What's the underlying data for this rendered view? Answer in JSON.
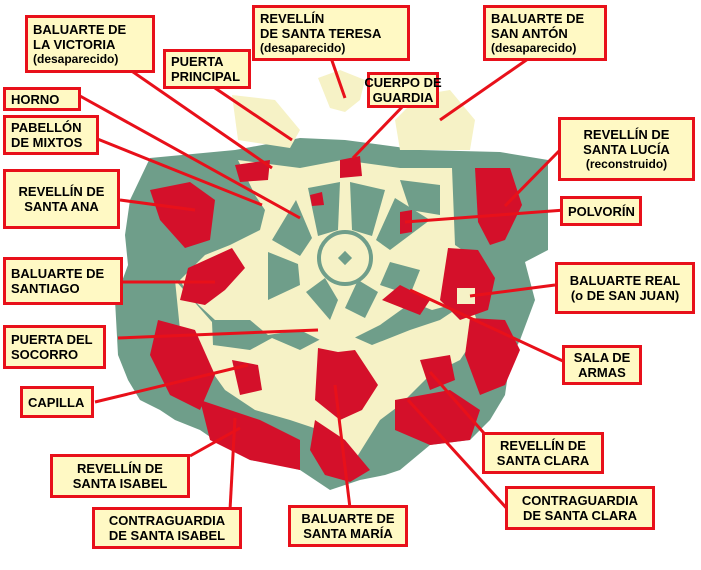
{
  "colors": {
    "background": "#ffffff",
    "vegetation": "#6f9e8a",
    "terrain": "#f6f2c6",
    "bastion": "#d4102a",
    "label_fill": "#fff9c4",
    "label_border": "#e8101a",
    "leader_line": "#e8101a"
  },
  "labels": {
    "victoria": {
      "line1": "BALUARTE DE",
      "line2": "LA VICTORIA",
      "line3": "(desaparecido)"
    },
    "teresa": {
      "line1": "REVELLÍN",
      "line2": "DE SANTA TERESA",
      "line3": "(desaparecido)"
    },
    "anton": {
      "line1": "BALUARTE DE",
      "line2": "SAN ANTÓN",
      "line3": "(desaparecido)"
    },
    "puerta_principal": {
      "line1": "PUERTA",
      "line2": "PRINCIPAL"
    },
    "cuerpo_guardia": {
      "line1": "CUERPO DE",
      "line2": "GUARDIA"
    },
    "horno": {
      "line1": "HORNO"
    },
    "pabellon": {
      "line1": "PABELLÓN",
      "line2": "DE MIXTOS"
    },
    "lucia": {
      "line1": "REVELLÍN DE",
      "line2": "SANTA LUCÍA",
      "line3": "(reconstruido)"
    },
    "ana": {
      "line1": "REVELLÍN DE",
      "line2": "SANTA ANA"
    },
    "polvorin": {
      "line1": "POLVORÍN"
    },
    "santiago": {
      "line1": "BALUARTE DE",
      "line2": "SANTIAGO"
    },
    "real": {
      "line1": "BALUARTE REAL",
      "line2": "(o DE SAN JUAN)"
    },
    "socorro": {
      "line1": "PUERTA DEL",
      "line2": "SOCORRO"
    },
    "sala_armas": {
      "line1": "SALA DE",
      "line2": "ARMAS"
    },
    "capilla": {
      "line1": "CAPILLA"
    },
    "revellin_clara": {
      "line1": "REVELLÍN DE",
      "line2": "SANTA CLARA"
    },
    "isabel": {
      "line1": "REVELLÍN DE",
      "line2": "SANTA ISABEL"
    },
    "contra_clara": {
      "line1": "CONTRAGUARDIA",
      "line2": "DE SANTA CLARA"
    },
    "contra_isabel": {
      "line1": "CONTRAGUARDIA",
      "line2": "DE SANTA ISABEL"
    },
    "maria": {
      "line1": "BALUARTE DE",
      "line2": "SANTA MARÍA"
    }
  }
}
